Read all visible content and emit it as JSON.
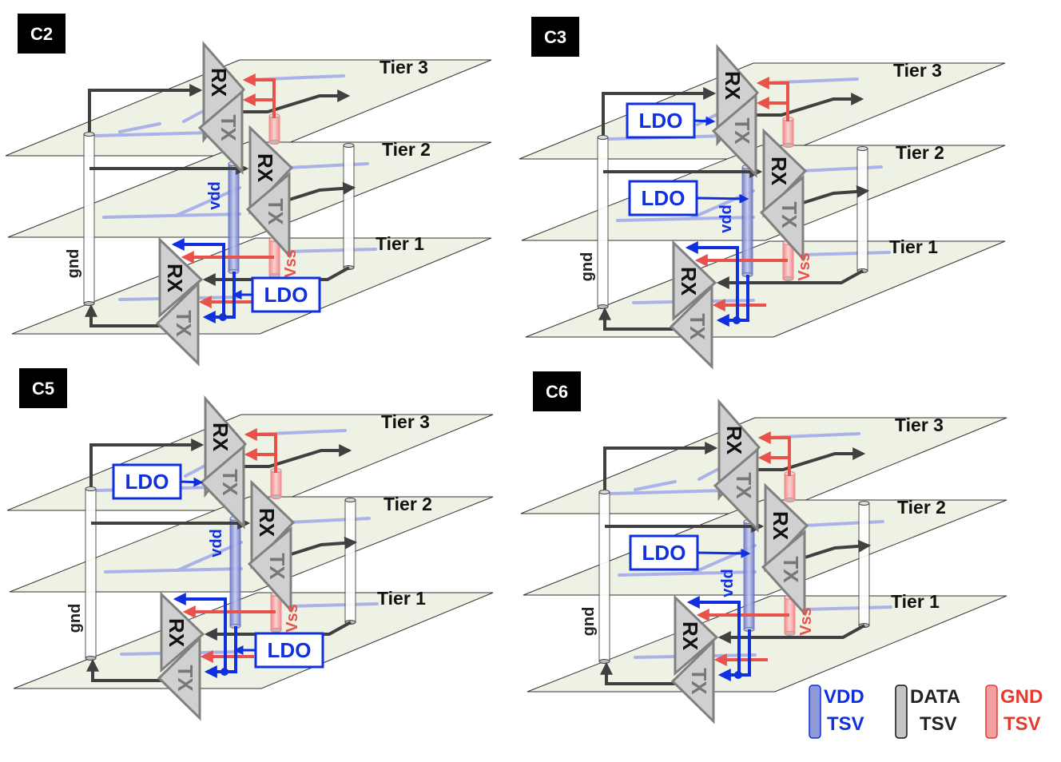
{
  "panels": [
    {
      "label": "C2"
    },
    {
      "label": "C3"
    },
    {
      "label": "C5"
    },
    {
      "label": "C6"
    }
  ],
  "tiers": [
    "Tier 3",
    "Tier 2",
    "Tier 1"
  ],
  "blocks": {
    "rx": "RX",
    "tx": "TX",
    "ldo": "LDO"
  },
  "signals": {
    "vdd": "vdd",
    "gnd": "gnd",
    "vss": "Vss"
  },
  "legend": [
    {
      "line1": "VDD",
      "line2": "TSV",
      "color": "#1030e0",
      "fill": "#8f98d8"
    },
    {
      "line1": "DATA",
      "line2": "TSV",
      "color": "#222222",
      "fill": "#c4c4c4"
    },
    {
      "line1": "GND",
      "line2": "TSV",
      "color": "#e83a2c",
      "fill": "#f4a0a0"
    }
  ],
  "colors": {
    "plane": "#eef2e4",
    "data_wire": "#404040",
    "vdd": "#1030e0",
    "gnd": "#e8524a",
    "block": "#d0d0d0",
    "faint_wire": "#aab2e8"
  }
}
